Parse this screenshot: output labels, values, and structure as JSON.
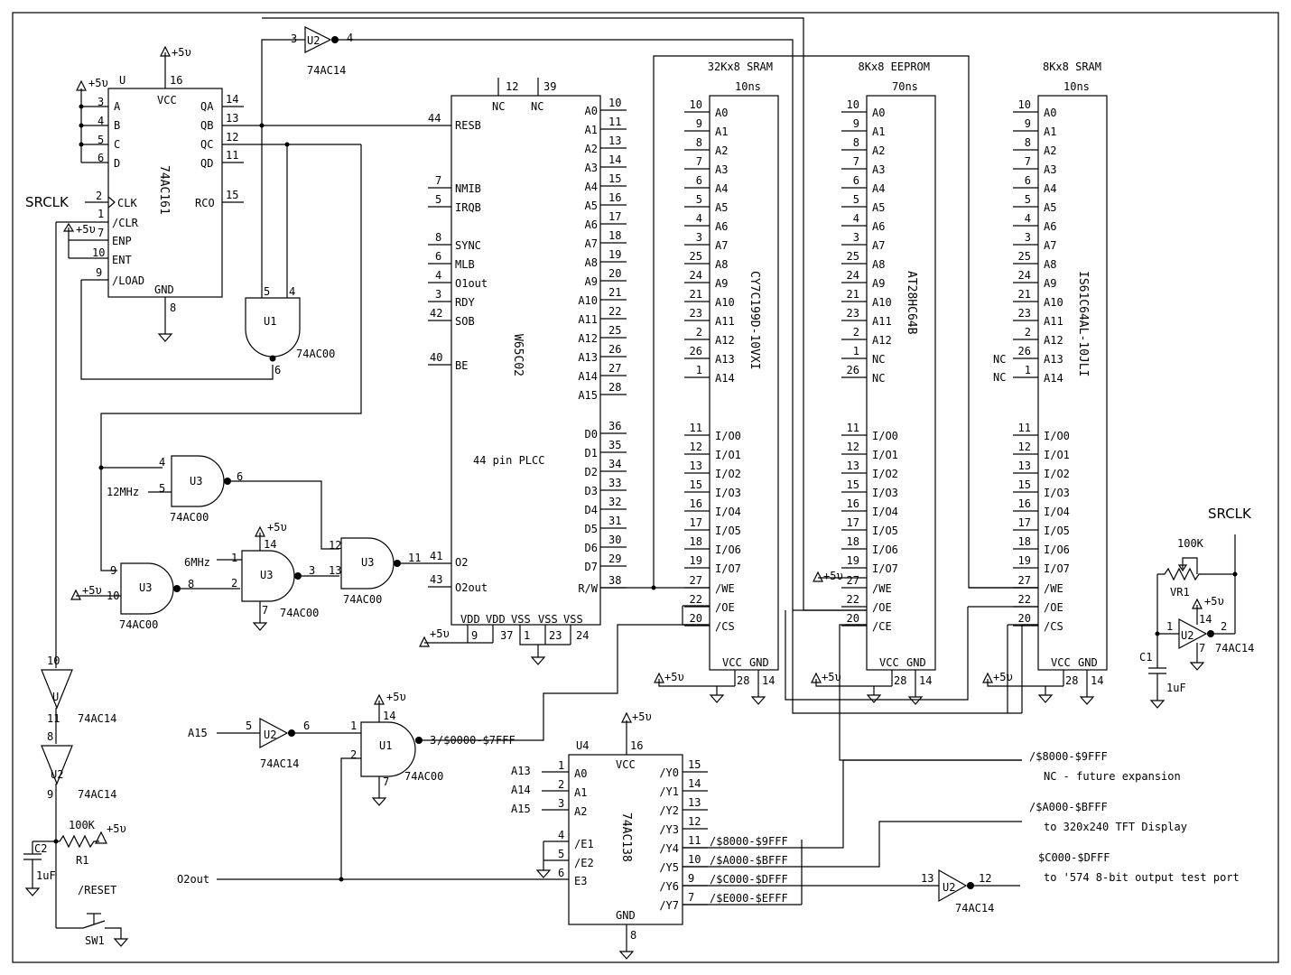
{
  "labels": {
    "srclk": "SRCLK",
    "v5": "+5v",
    "v5_alt": "+5υ",
    "u": "U",
    "u1": "U1",
    "u2": "U2",
    "u3": "U3",
    "u4": "U4",
    "ac14": "74AC14",
    "ac00": "74AC00",
    "ac161": "74AC161",
    "ac138": "74AC138",
    "vcc": "VCC",
    "gnd": "GND",
    "nc": "NC",
    "a15": "A15",
    "a13": "A13",
    "a14": "A14",
    "o2out": "O2out",
    "mhz12": "12MHz",
    "mhz6": "6MHz",
    "r100k": "100K",
    "r1": "R1",
    "vr1": "VR1",
    "c1": "C1",
    "c2": "C2",
    "uf1": "1uF",
    "reset": "/RESET",
    "sw1": "SW1",
    "range_0000": "/$0000-$7FFF"
  },
  "cpu": {
    "name": "W65C02",
    "pkg": "44 pin PLCC",
    "left_pins": [
      {
        "num": "44",
        "name": "RESB"
      },
      {
        "num": "7",
        "name": "NMIB"
      },
      {
        "num": "5",
        "name": "IRQB"
      },
      {
        "num": "8",
        "name": "SYNC"
      },
      {
        "num": "6",
        "name": "MLB"
      },
      {
        "num": "4",
        "name": "O1out"
      },
      {
        "num": "3",
        "name": "RDY"
      },
      {
        "num": "42",
        "name": "SOB"
      },
      {
        "num": "40",
        "name": "BE"
      },
      {
        "num": "41",
        "name": "O2"
      },
      {
        "num": "43",
        "name": "O2out"
      }
    ],
    "right_pins": [
      {
        "num": "10",
        "name": "A0"
      },
      {
        "num": "11",
        "name": "A1"
      },
      {
        "num": "13",
        "name": "A2"
      },
      {
        "num": "14",
        "name": "A3"
      },
      {
        "num": "15",
        "name": "A4"
      },
      {
        "num": "16",
        "name": "A5"
      },
      {
        "num": "17",
        "name": "A6"
      },
      {
        "num": "18",
        "name": "A7"
      },
      {
        "num": "19",
        "name": "A8"
      },
      {
        "num": "20",
        "name": "A9"
      },
      {
        "num": "21",
        "name": "A10"
      },
      {
        "num": "22",
        "name": "A11"
      },
      {
        "num": "25",
        "name": "A12"
      },
      {
        "num": "26",
        "name": "A13"
      },
      {
        "num": "27",
        "name": "A14"
      },
      {
        "num": "28",
        "name": "A15"
      },
      {
        "num": "36",
        "name": "D0"
      },
      {
        "num": "35",
        "name": "D1"
      },
      {
        "num": "34",
        "name": "D2"
      },
      {
        "num": "33",
        "name": "D3"
      },
      {
        "num": "32",
        "name": "D4"
      },
      {
        "num": "31",
        "name": "D5"
      },
      {
        "num": "30",
        "name": "D6"
      },
      {
        "num": "29",
        "name": "D7"
      },
      {
        "num": "38",
        "name": "R/W"
      }
    ],
    "top_pins": [
      {
        "num": "12",
        "name": "NC"
      },
      {
        "num": "39",
        "name": "NC"
      }
    ],
    "bottom_pins": [
      {
        "num": "9",
        "name": "VDD"
      },
      {
        "num": "37",
        "name": "VDD"
      },
      {
        "num": "1",
        "name": "VSS"
      },
      {
        "num": "23",
        "name": "VSS"
      },
      {
        "num": "24",
        "name": "VSS"
      }
    ]
  },
  "counter": {
    "pins_left": [
      {
        "num": "3",
        "name": "A"
      },
      {
        "num": "4",
        "name": "B"
      },
      {
        "num": "5",
        "name": "C"
      },
      {
        "num": "6",
        "name": "D"
      },
      {
        "num": "2",
        "name": "CLK"
      },
      {
        "num": "1",
        "name": "/CLR"
      },
      {
        "num": "7",
        "name": "ENP"
      },
      {
        "num": "10",
        "name": "ENT"
      },
      {
        "num": "9",
        "name": "/LOAD"
      }
    ],
    "pins_right": [
      {
        "num": "14",
        "name": "QA"
      },
      {
        "num": "13",
        "name": "QB"
      },
      {
        "num": "12",
        "name": "QC"
      },
      {
        "num": "11",
        "name": "QD"
      },
      {
        "num": "15",
        "name": "RCO"
      }
    ],
    "vcc_pin": "16",
    "gnd_pin": "8"
  },
  "memories": [
    {
      "title": "32Kx8 SRAM",
      "speed": "10ns",
      "part": "CY7C199D-10VXI",
      "addr": [
        {
          "num": "10",
          "name": "A0"
        },
        {
          "num": "9",
          "name": "A1"
        },
        {
          "num": "8",
          "name": "A2"
        },
        {
          "num": "7",
          "name": "A3"
        },
        {
          "num": "6",
          "name": "A4"
        },
        {
          "num": "5",
          "name": "A5"
        },
        {
          "num": "4",
          "name": "A6"
        },
        {
          "num": "3",
          "name": "A7"
        },
        {
          "num": "25",
          "name": "A8"
        },
        {
          "num": "24",
          "name": "A9"
        },
        {
          "num": "21",
          "name": "A10"
        },
        {
          "num": "23",
          "name": "A11"
        },
        {
          "num": "2",
          "name": "A12"
        },
        {
          "num": "26",
          "name": "A13"
        },
        {
          "num": "1",
          "name": "A14"
        }
      ],
      "data": [
        {
          "num": "11",
          "name": "I/O0"
        },
        {
          "num": "12",
          "name": "I/O1"
        },
        {
          "num": "13",
          "name": "I/O2"
        },
        {
          "num": "15",
          "name": "I/O3"
        },
        {
          "num": "16",
          "name": "I/O4"
        },
        {
          "num": "17",
          "name": "I/O5"
        },
        {
          "num": "18",
          "name": "I/O6"
        },
        {
          "num": "19",
          "name": "I/O7"
        }
      ],
      "ctrl": [
        {
          "num": "27",
          "name": "/WE"
        },
        {
          "num": "22",
          "name": "/OE"
        },
        {
          "num": "20",
          "name": "/CS"
        }
      ],
      "pwr": [
        {
          "num": "28",
          "name": "VCC"
        },
        {
          "num": "14",
          "name": "GND"
        }
      ]
    },
    {
      "title": "8Kx8 EEPROM",
      "speed": "70ns",
      "part": "AT28HC64B",
      "addr": [
        {
          "num": "10",
          "name": "A0"
        },
        {
          "num": "9",
          "name": "A1"
        },
        {
          "num": "8",
          "name": "A2"
        },
        {
          "num": "7",
          "name": "A3"
        },
        {
          "num": "6",
          "name": "A4"
        },
        {
          "num": "5",
          "name": "A5"
        },
        {
          "num": "4",
          "name": "A6"
        },
        {
          "num": "3",
          "name": "A7"
        },
        {
          "num": "25",
          "name": "A8"
        },
        {
          "num": "24",
          "name": "A9"
        },
        {
          "num": "21",
          "name": "A10"
        },
        {
          "num": "23",
          "name": "A11"
        },
        {
          "num": "2",
          "name": "A12"
        },
        {
          "num": "1",
          "name": "NC"
        },
        {
          "num": "26",
          "name": "NC"
        }
      ],
      "data": [
        {
          "num": "11",
          "name": "I/O0"
        },
        {
          "num": "12",
          "name": "I/O1"
        },
        {
          "num": "13",
          "name": "I/O2"
        },
        {
          "num": "15",
          "name": "I/O3"
        },
        {
          "num": "16",
          "name": "I/O4"
        },
        {
          "num": "17",
          "name": "I/O5"
        },
        {
          "num": "18",
          "name": "I/O6"
        },
        {
          "num": "19",
          "name": "I/O7"
        }
      ],
      "ctrl": [
        {
          "num": "27",
          "name": "/WE"
        },
        {
          "num": "22",
          "name": "/OE"
        },
        {
          "num": "20",
          "name": "/CE"
        }
      ],
      "pwr": [
        {
          "num": "28",
          "name": "VCC"
        },
        {
          "num": "14",
          "name": "GND"
        }
      ]
    },
    {
      "title": "8Kx8 SRAM",
      "speed": "10ns",
      "part": "IS61C64AL-10JLI",
      "addr": [
        {
          "num": "10",
          "name": "A0"
        },
        {
          "num": "9",
          "name": "A1"
        },
        {
          "num": "8",
          "name": "A2"
        },
        {
          "num": "7",
          "name": "A3"
        },
        {
          "num": "6",
          "name": "A4"
        },
        {
          "num": "5",
          "name": "A5"
        },
        {
          "num": "4",
          "name": "A6"
        },
        {
          "num": "3",
          "name": "A7"
        },
        {
          "num": "25",
          "name": "A8"
        },
        {
          "num": "24",
          "name": "A9"
        },
        {
          "num": "21",
          "name": "A10"
        },
        {
          "num": "23",
          "name": "A11"
        },
        {
          "num": "2",
          "name": "A12"
        },
        {
          "num": "26",
          "name": "A13"
        },
        {
          "num": "1",
          "name": "A14"
        }
      ],
      "data": [
        {
          "num": "11",
          "name": "I/O0"
        },
        {
          "num": "12",
          "name": "I/O1"
        },
        {
          "num": "13",
          "name": "I/O2"
        },
        {
          "num": "15",
          "name": "I/O3"
        },
        {
          "num": "16",
          "name": "I/O4"
        },
        {
          "num": "17",
          "name": "I/O5"
        },
        {
          "num": "18",
          "name": "I/O6"
        },
        {
          "num": "19",
          "name": "I/O7"
        }
      ],
      "ctrl": [
        {
          "num": "27",
          "name": "/WE"
        },
        {
          "num": "22",
          "name": "/OE"
        },
        {
          "num": "20",
          "name": "/CS"
        }
      ],
      "pwr": [
        {
          "num": "28",
          "name": "VCC"
        },
        {
          "num": "14",
          "name": "GND"
        }
      ]
    }
  ],
  "decoder": {
    "inputs": [
      {
        "num": "1",
        "name": "A0"
      },
      {
        "num": "2",
        "name": "A1"
      },
      {
        "num": "3",
        "name": "A2"
      },
      {
        "num": "4",
        "name": "/E1"
      },
      {
        "num": "5",
        "name": "/E2"
      },
      {
        "num": "6",
        "name": "E3"
      }
    ],
    "outputs": [
      {
        "num": "15",
        "name": "/Y0"
      },
      {
        "num": "14",
        "name": "/Y1"
      },
      {
        "num": "13",
        "name": "/Y2"
      },
      {
        "num": "12",
        "name": "/Y3"
      },
      {
        "num": "11",
        "name": "/Y4"
      },
      {
        "num": "10",
        "name": "/Y5"
      },
      {
        "num": "9",
        "name": "/Y6"
      },
      {
        "num": "7",
        "name": "/Y7"
      }
    ],
    "vcc_pin": "16",
    "gnd_pin": "8",
    "ranges": [
      "/$8000-$9FFF",
      "/$A000-$BFFF",
      "/$C000-$DFFF",
      "/$E000-$EFFF"
    ]
  },
  "notes": [
    {
      "range": "/$8000-$9FFF",
      "desc": "NC - future expansion"
    },
    {
      "range": "/$A000-$BFFF",
      "desc": "to 320x240 TFT Display"
    },
    {
      "range": "$C000-$DFFF",
      "desc": "to '574 8-bit output test port"
    }
  ],
  "pin_numbers": {
    "p1": "1",
    "p2": "2",
    "p3": "3",
    "p4": "4",
    "p5": "5",
    "p6": "6",
    "p7": "7",
    "p8": "8",
    "p9": "9",
    "p10": "10",
    "p11": "11",
    "p12": "12",
    "p13": "13",
    "p14": "14"
  }
}
